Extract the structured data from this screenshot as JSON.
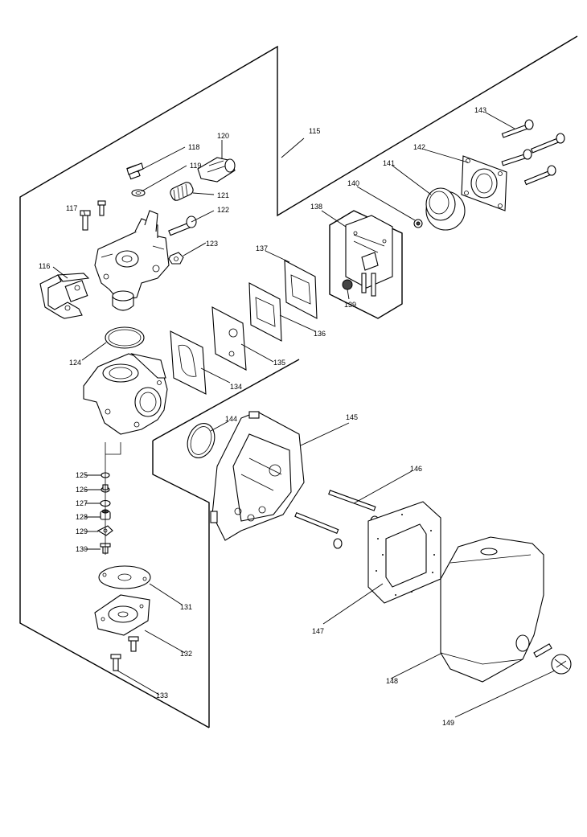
{
  "diagram": {
    "labels": {
      "l115": "115",
      "l116": "116",
      "l117": "117",
      "l118": "118",
      "l119": "119",
      "l120": "120",
      "l121": "121",
      "l122": "122",
      "l123": "123",
      "l124": "124",
      "l125": "125",
      "l126": "126",
      "l127": "127",
      "l128": "128",
      "l129": "129",
      "l130": "130",
      "l131": "131",
      "l132": "132",
      "l133": "133",
      "l134": "134",
      "l135": "135",
      "l136": "136",
      "l137": "137",
      "l138": "138",
      "l139": "139",
      "l140": "140",
      "l141": "141",
      "l142": "142",
      "l143": "143",
      "l144": "144",
      "l145": "145",
      "l146": "146",
      "l147": "147",
      "l148": "148",
      "l149": "149"
    }
  }
}
